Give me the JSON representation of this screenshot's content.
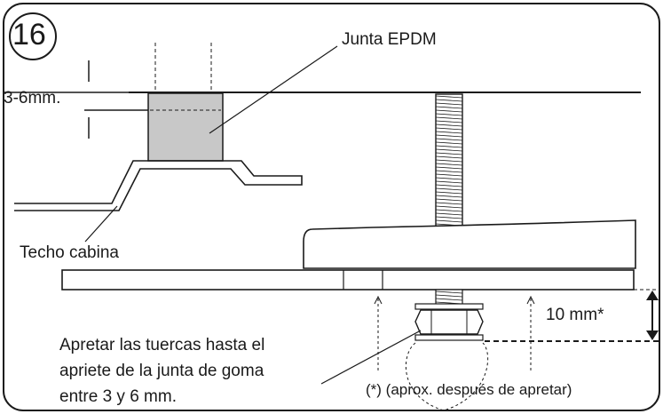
{
  "step_number": "16",
  "labels": {
    "gasket": "Junta EPDM",
    "gap": "3-6mm.",
    "cabin_roof": "Techo cabina",
    "distance": "10 mm*",
    "instruction_lines": [
      "Apretar las tuercas hasta el",
      "apriete de la junta de goma",
      "entre 3 y 6 mm."
    ],
    "footnote": "(*) (aprox. después de apretar)"
  },
  "colors": {
    "line": "#1a1a1a",
    "gasket_fill": "#c8c8c8",
    "background": "#ffffff",
    "panel_fill": "#ebebeb"
  }
}
